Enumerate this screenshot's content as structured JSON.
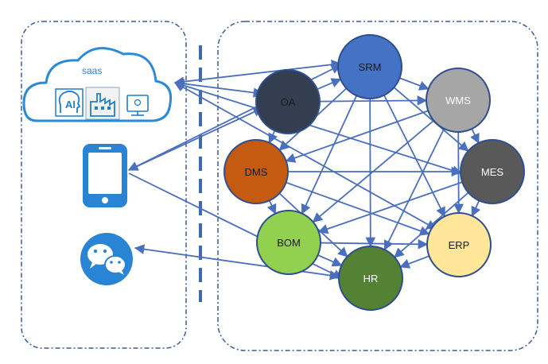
{
  "cloud": {
    "label": "saas",
    "ai_label": "AI"
  },
  "nodes": [
    {
      "id": "srm",
      "label": "SRM",
      "color": "#4472c4",
      "text_color": "#1a1a1a"
    },
    {
      "id": "oa",
      "label": "OA",
      "color": "#333f50",
      "text_color": "#1a1a1a"
    },
    {
      "id": "wms",
      "label": "WMS",
      "color": "#a6a6a6",
      "text_color": "#ffffff"
    },
    {
      "id": "dms",
      "label": "DMS",
      "color": "#c55a11",
      "text_color": "#1a1a1a"
    },
    {
      "id": "mes",
      "label": "MES",
      "color": "#595959",
      "text_color": "#ffffff"
    },
    {
      "id": "bom",
      "label": "BOM",
      "color": "#92d050",
      "text_color": "#1a1a1a"
    },
    {
      "id": "erp",
      "label": "ERP",
      "color": "#ffe699",
      "text_color": "#1a1a1a"
    },
    {
      "id": "hr",
      "label": "HR",
      "color": "#548235",
      "text_color": "#ffffff"
    }
  ],
  "colors": {
    "arrow": "#4a6fbe",
    "accent_blue": "#1e7dd0",
    "frame": "#3d5c9a"
  }
}
